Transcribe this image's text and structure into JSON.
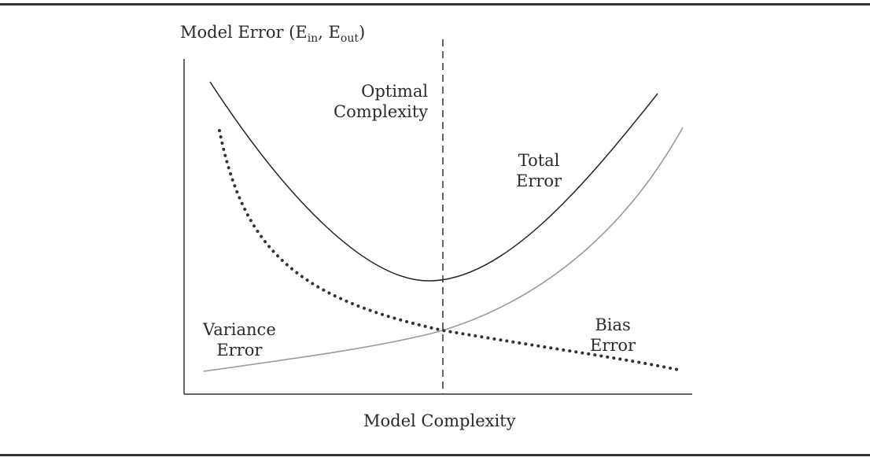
{
  "axes": {
    "y_label_prefix": "Model Error (E",
    "y_label_sub1": "in",
    "y_label_mid": ", E",
    "y_label_sub2": "out",
    "y_label_suffix": ")",
    "x_label": "Model Complexity"
  },
  "annotations": {
    "optimal_line1": "Optimal",
    "optimal_line2": "Complexity",
    "total_line1": "Total",
    "total_line2": "Error",
    "variance_line1": "Variance",
    "variance_line2": "Error",
    "bias_line1": "Bias",
    "bias_line2": "Error"
  },
  "colors": {
    "total_curve": "#222222",
    "bias_curve": "#9a9a9a",
    "variance_curve": "#333333",
    "optimal_line": "#333333",
    "axes": "#333333"
  }
}
